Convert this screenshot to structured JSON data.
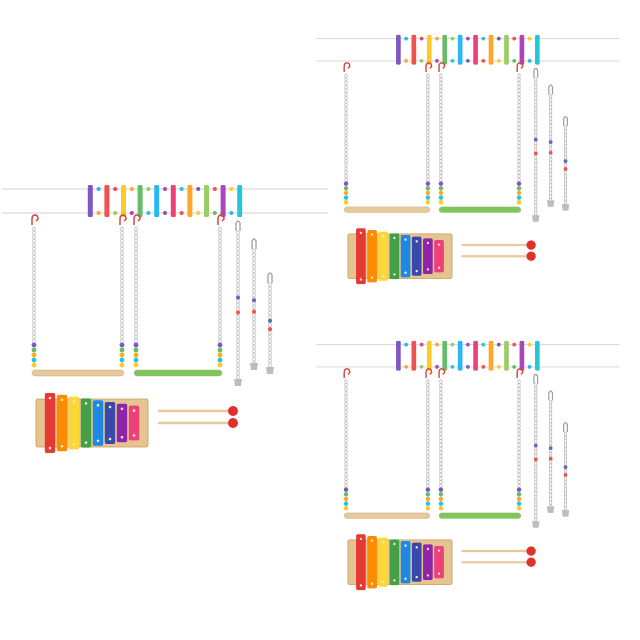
{
  "image": {
    "description_visible_text": "",
    "background": "#ffffff"
  },
  "product_sets": [
    {
      "id": "set-left"
    },
    {
      "id": "set-top-right"
    },
    {
      "id": "set-bottom-right"
    }
  ],
  "colors": {
    "wood": "#e6c48f",
    "wood_dark": "#c79a5c",
    "chain": "#b8b8b8",
    "hook": "#d0463c",
    "perch_green": "#7cc85a",
    "perch_wood": "#e8c99a",
    "mallet_head": "#e0302a",
    "bar_colors": [
      "#e53935",
      "#fb8c00",
      "#fdd835",
      "#43a047",
      "#1e88e5",
      "#3949ab",
      "#8e24aa",
      "#ec407a"
    ],
    "ladder_colors": [
      "#7e57c2",
      "#ef5350",
      "#ffca28",
      "#66bb6a",
      "#29b6f6",
      "#ec407a",
      "#ffa726",
      "#9ccc65",
      "#ab47bc",
      "#26c6da"
    ]
  }
}
